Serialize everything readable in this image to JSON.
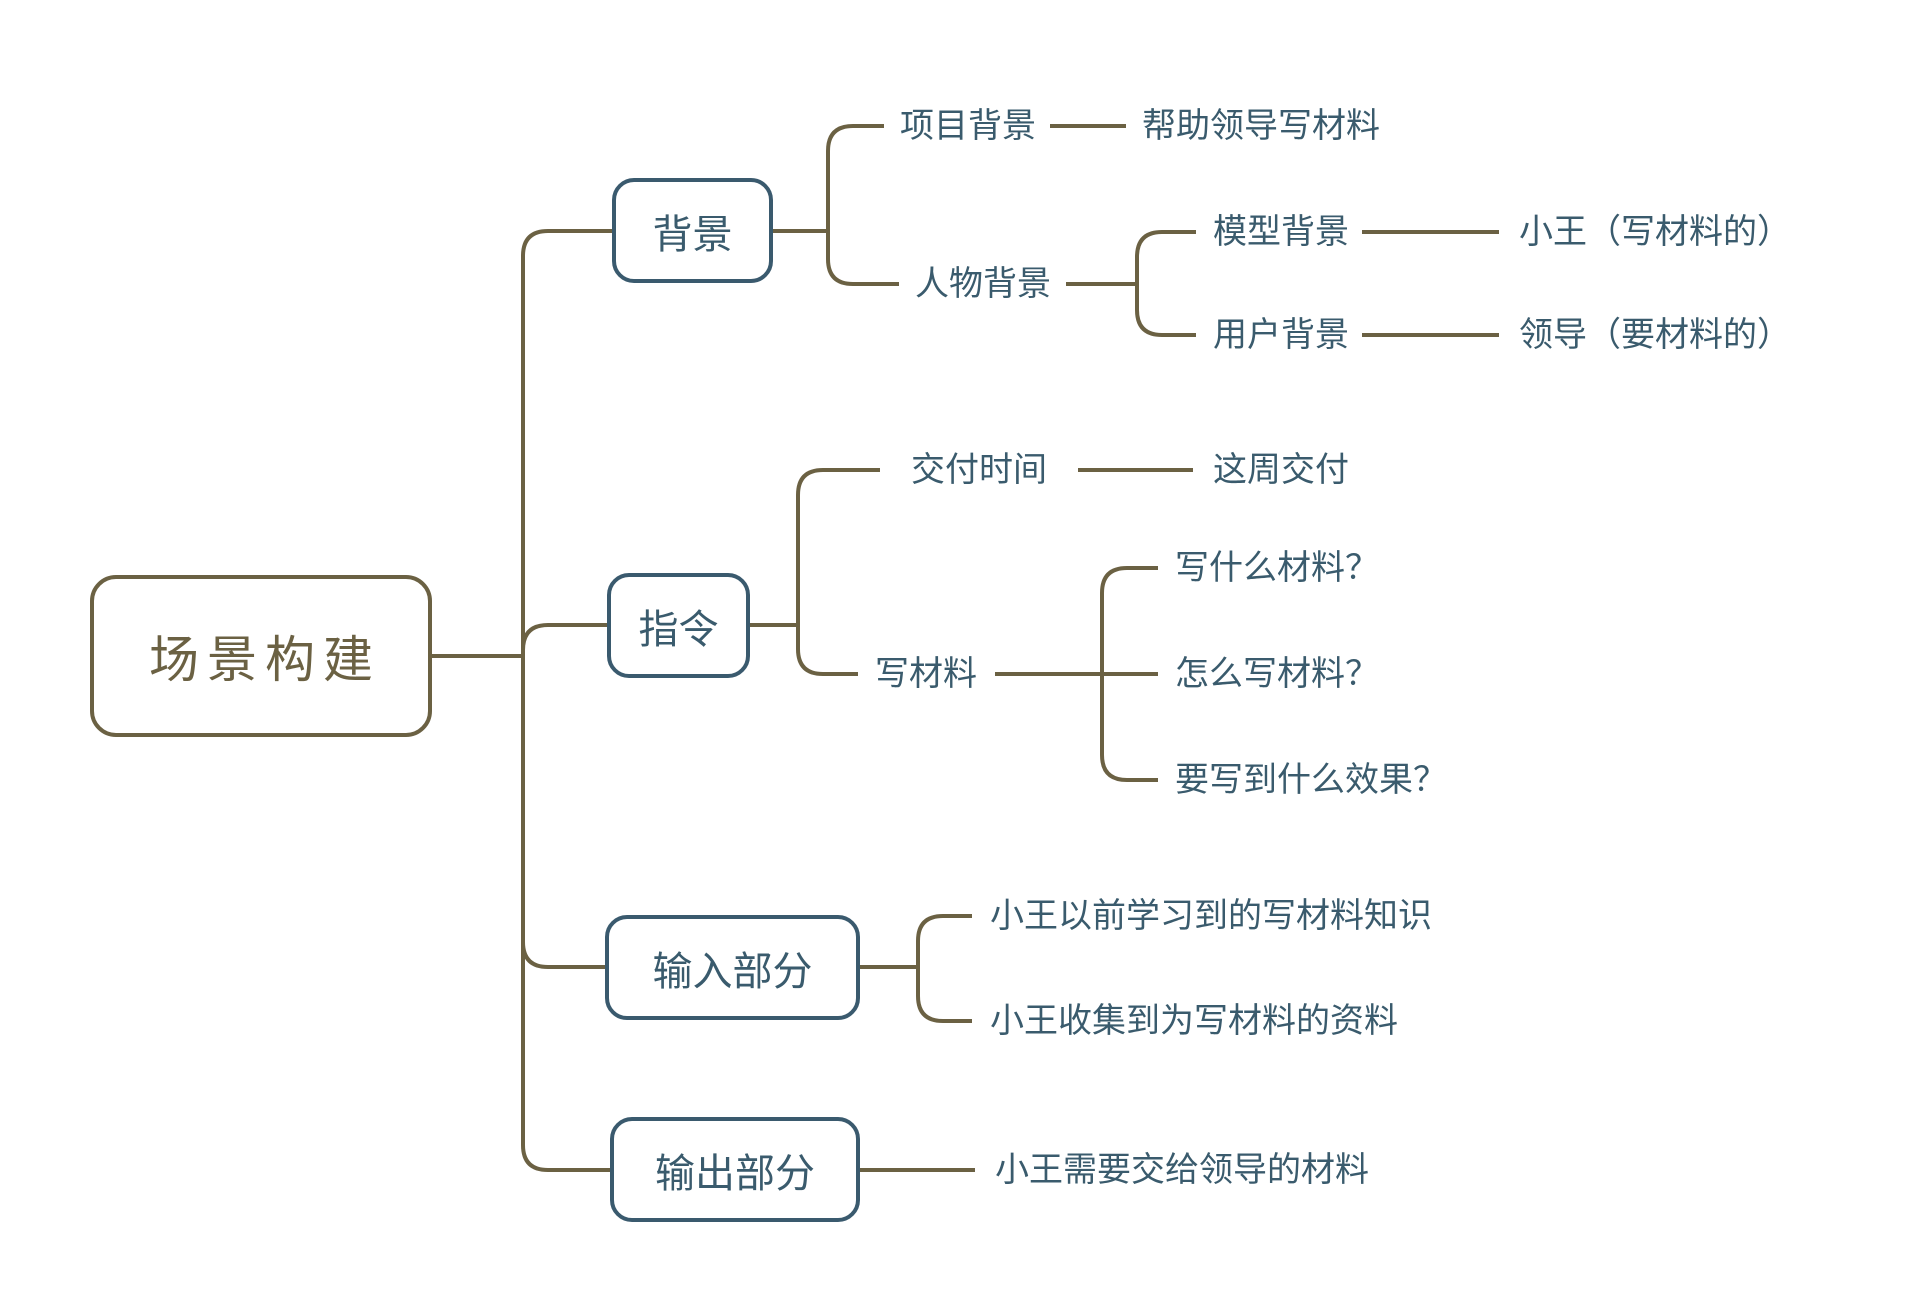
{
  "colors": {
    "background": "#FFFFFF",
    "connector_line": "#6B6143",
    "root_accent": "#6B6143",
    "branch_border": "#3A5A6E",
    "text": "#3A5B6D"
  },
  "mindmap": {
    "root": {
      "label": "场景构建"
    },
    "branches": [
      {
        "label": "背景",
        "children": [
          {
            "label": "项目背景",
            "children": [
              {
                "label": "帮助领导写材料"
              }
            ]
          },
          {
            "label": "人物背景",
            "children": [
              {
                "label": "模型背景",
                "children": [
                  {
                    "label": "小王（写材料的）"
                  }
                ]
              },
              {
                "label": "用户背景",
                "children": [
                  {
                    "label": "领导（要材料的）"
                  }
                ]
              }
            ]
          }
        ]
      },
      {
        "label": "指令",
        "children": [
          {
            "label": "交付时间",
            "children": [
              {
                "label": "这周交付"
              }
            ]
          },
          {
            "label": "写材料",
            "children": [
              {
                "label": "写什么材料？"
              },
              {
                "label": "怎么写材料？"
              },
              {
                "label": "要写到什么效果？"
              }
            ]
          }
        ]
      },
      {
        "label": "输入部分",
        "children": [
          {
            "label": "小王以前学习到的写材料知识"
          },
          {
            "label": "小王收集到为写材料的资料"
          }
        ]
      },
      {
        "label": "输出部分",
        "children": [
          {
            "label": "小王需要交给领导的材料"
          }
        ]
      }
    ]
  }
}
